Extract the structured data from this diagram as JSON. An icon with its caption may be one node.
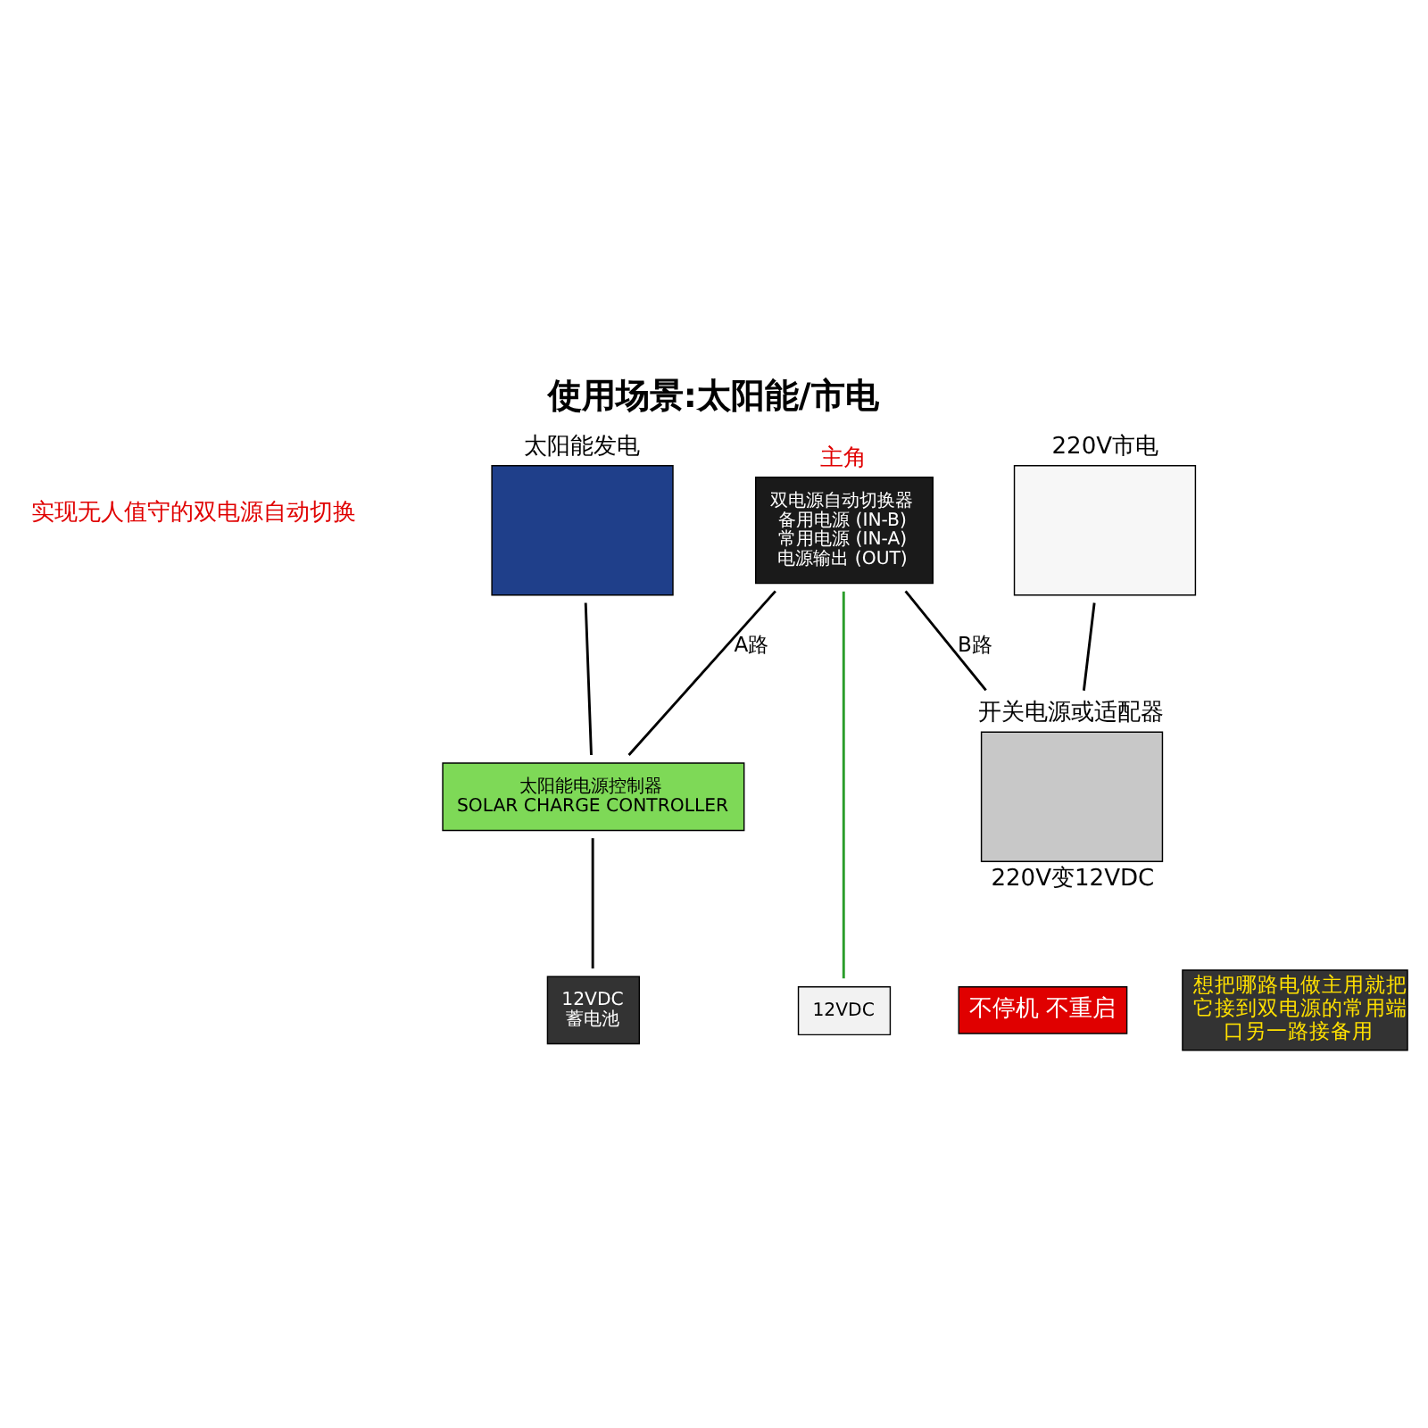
{
  "diagram": {
    "title": "使用场景:太阳能/市电",
    "nodes": [
      {
        "text": [],
        "shape": "box",
        "beside": [
          "太阳能发电"
        ]
      },
      {
        "text": [
          "太阳能电源控制器",
          "SOLAR CHARGE CONTROLLER"
        ]
      },
      {
        "text": [
          "12VDC",
          "蓄电池"
        ]
      },
      {
        "text": [
          "双电源自动切换器",
          "备用电源 (IN-B)",
          "常用电源 (IN-A)",
          "电源输出 (OUT)"
        ],
        "beside": [
          "主角"
        ]
      },
      {
        "text": [
          "12VDC"
        ]
      },
      {
        "text": [],
        "shape": "box",
        "beside": [
          "220V市电"
        ]
      },
      {
        "text": [],
        "shape": "box",
        "beside": [
          "开关电源或适配器",
          "220V变12VDC"
        ]
      }
    ],
    "edges": [
      {
        "from": 0,
        "to": 1,
        "arrow": "none"
      },
      {
        "from": 1,
        "to": 2,
        "arrow": "none"
      },
      {
        "from": 1,
        "to": 3,
        "arrow": "none",
        "label": "A路"
      },
      {
        "from": 5,
        "to": 6,
        "arrow": "none"
      },
      {
        "from": 6,
        "to": 3,
        "arrow": "none",
        "label": "B路"
      },
      {
        "from": 3,
        "to": 4,
        "arrow": "none",
        "color": "#2a9d2a"
      }
    ],
    "labels": [
      "实现无人值守的双电源自动切换",
      "不停机 不重启",
      "想把哪路电做主用就把它接到双电源的常用端口另一路接备用"
    ]
  }
}
